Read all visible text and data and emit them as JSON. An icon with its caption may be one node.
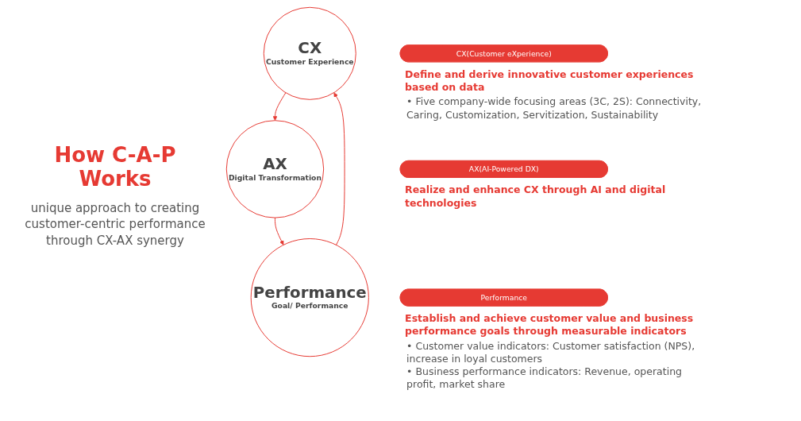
{
  "diagram": {
    "nodes": [
      {
        "text": [
          "CX",
          "Customer Experience"
        ]
      },
      {
        "text": [
          "AX",
          "Digital Transformation"
        ]
      },
      {
        "text": [
          "Performance",
          "Goal/ Performance"
        ]
      },
      {
        "text": [
          "CX(Customer eXperience)"
        ],
        "beside": [
          "Define and derive innovative customer experiences based on data",
          "• Five company-wide focusing areas (3C, 2S): Connectivity, Caring, Customization, Servitization, Sustainability"
        ]
      },
      {
        "text": [
          "AX(AI-Powered DX)"
        ],
        "beside": [
          "Realize and enhance CX through AI and digital technologies"
        ]
      },
      {
        "text": [
          "Performance"
        ],
        "beside": [
          "Establish and achieve customer value and business performance goals through measurable indicators",
          "• Customer value indicators: Customer satisfaction (NPS), increase in loyal customers",
          "• Business performance indicators: Revenue, operating profit, market share"
        ]
      }
    ],
    "edges": [
      {
        "from": 0,
        "to": 1,
        "arrow": "to",
        "color": "#e63a33"
      },
      {
        "from": 1,
        "to": 2,
        "arrow": "to",
        "color": "#e63a33"
      },
      {
        "from": 2,
        "to": 0,
        "arrow": "to",
        "color": "#e63a33"
      }
    ],
    "labels": [
      "How C-A-P Works",
      "unique approach to creating customer-centric performance through CX-AX synergy"
    ]
  }
}
